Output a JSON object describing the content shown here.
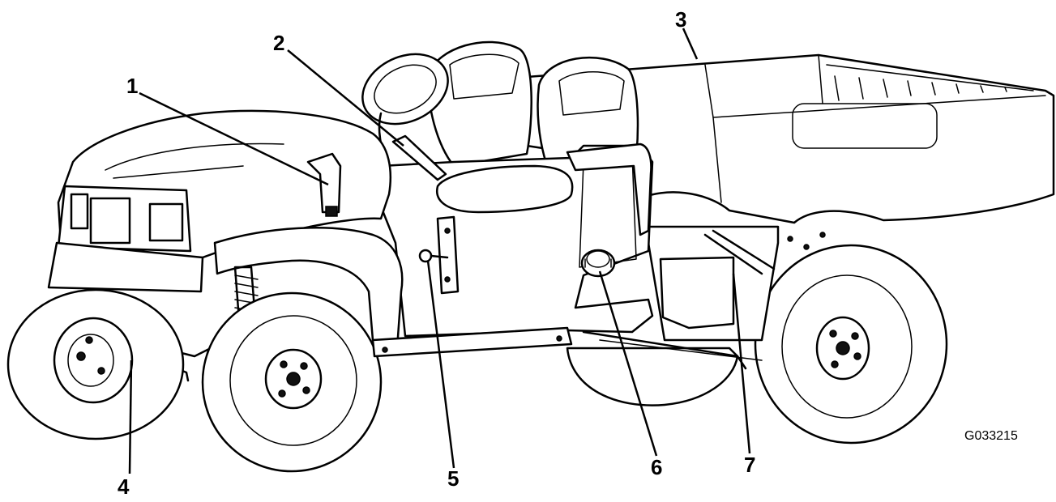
{
  "figure": {
    "id_label": "G033215"
  },
  "callouts": [
    {
      "number": "1"
    },
    {
      "number": "2"
    },
    {
      "number": "3"
    },
    {
      "number": "4"
    },
    {
      "number": "5"
    },
    {
      "number": "6"
    },
    {
      "number": "7"
    }
  ]
}
